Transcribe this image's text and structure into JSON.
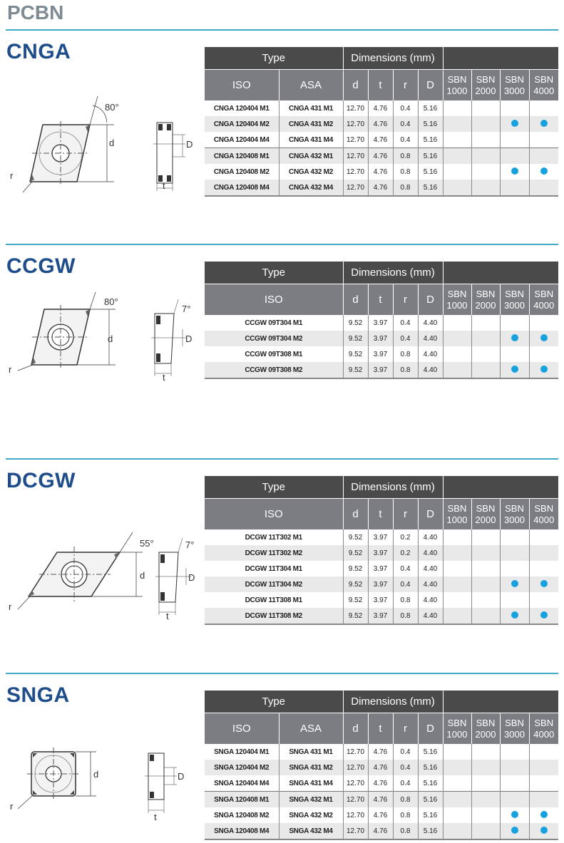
{
  "page_title": "PCBN",
  "colors": {
    "accent_rule": "#3fa9c8",
    "title_blue": "#1e4d8b",
    "dot": "#17a2de"
  },
  "headers": {
    "type": "Type",
    "dimensions": "Dimensions (mm)",
    "iso": "ISO",
    "asa": "ASA",
    "d": "d",
    "t": "t",
    "r": "r",
    "D": "D",
    "grades": [
      "SBN 1000",
      "SBN 2000",
      "SBN 3000",
      "SBN 4000"
    ]
  },
  "sections": [
    {
      "title": "CNGA",
      "has_asa": true,
      "drawing": {
        "angle": "80°",
        "d": "d",
        "r": "r",
        "D": "D",
        "t": "t"
      },
      "rows": [
        {
          "iso": "CNGA 120404 M1",
          "asa": "CNGA 431 M1",
          "d": "12.70",
          "t": "4.76",
          "r": "0.4",
          "D": "5.16",
          "grades": [
            false,
            false,
            false,
            false
          ]
        },
        {
          "iso": "CNGA 120404 M2",
          "asa": "CNGA 431 M2",
          "d": "12.70",
          "t": "4.76",
          "r": "0.4",
          "D": "5.16",
          "grades": [
            false,
            false,
            true,
            true
          ]
        },
        {
          "iso": "CNGA 120404 M4",
          "asa": "CNGA 431 M4",
          "d": "12.70",
          "t": "4.76",
          "r": "0.4",
          "D": "5.16",
          "grades": [
            false,
            false,
            false,
            false
          ]
        },
        {
          "iso": "CNGA 120408 M1",
          "asa": "CNGA 432 M1",
          "d": "12.70",
          "t": "4.76",
          "r": "0.8",
          "D": "5.16",
          "grades": [
            false,
            false,
            false,
            false
          ]
        },
        {
          "iso": "CNGA 120408 M2",
          "asa": "CNGA 432 M2",
          "d": "12.70",
          "t": "4.76",
          "r": "0.8",
          "D": "5.16",
          "grades": [
            false,
            false,
            true,
            true
          ]
        },
        {
          "iso": "CNGA 120408 M4",
          "asa": "CNGA 432 M4",
          "d": "12.70",
          "t": "4.76",
          "r": "0.8",
          "D": "5.16",
          "grades": [
            false,
            false,
            false,
            false
          ]
        }
      ]
    },
    {
      "title": "CCGW",
      "has_asa": false,
      "drawing": {
        "angle": "80°",
        "relief": "7°",
        "d": "d",
        "r": "r",
        "D": "D",
        "t": "t"
      },
      "rows": [
        {
          "iso": "CCGW 09T304 M1",
          "d": "9.52",
          "t": "3.97",
          "r": "0.4",
          "D": "4.40",
          "grades": [
            false,
            false,
            false,
            false
          ]
        },
        {
          "iso": "CCGW 09T304 M2",
          "d": "9.52",
          "t": "3.97",
          "r": "0.4",
          "D": "4.40",
          "grades": [
            false,
            false,
            true,
            true
          ]
        },
        {
          "iso": "CCGW 09T308 M1",
          "d": "9.52",
          "t": "3.97",
          "r": "0.8",
          "D": "4.40",
          "grades": [
            false,
            false,
            false,
            false
          ]
        },
        {
          "iso": "CCGW 09T308 M2",
          "d": "9.52",
          "t": "3.97",
          "r": "0.8",
          "D": "4.40",
          "grades": [
            false,
            false,
            true,
            true
          ]
        }
      ]
    },
    {
      "title": "DCGW",
      "has_asa": false,
      "drawing": {
        "angle": "55°",
        "relief": "7°",
        "d": "d",
        "r": "r",
        "D": "D",
        "t": "t"
      },
      "rows": [
        {
          "iso": "DCGW 11T302 M1",
          "d": "9.52",
          "t": "3.97",
          "r": "0.2",
          "D": "4.40",
          "grades": [
            false,
            false,
            false,
            false
          ]
        },
        {
          "iso": "DCGW 11T302 M2",
          "d": "9.52",
          "t": "3.97",
          "r": "0.2",
          "D": "4.40",
          "grades": [
            false,
            false,
            false,
            false
          ]
        },
        {
          "iso": "DCGW 11T304 M1",
          "d": "9.52",
          "t": "3.97",
          "r": "0.4",
          "D": "4.40",
          "grades": [
            false,
            false,
            false,
            false
          ]
        },
        {
          "iso": "DCGW 11T304 M2",
          "d": "9.52",
          "t": "3.97",
          "r": "0.4",
          "D": "4.40",
          "grades": [
            false,
            false,
            true,
            true
          ]
        },
        {
          "iso": "DCGW 11T308 M1",
          "d": "9.52",
          "t": "3.97",
          "r": "0.8",
          "D": "4.40",
          "grades": [
            false,
            false,
            false,
            false
          ]
        },
        {
          "iso": "DCGW 11T308 M2",
          "d": "9.52",
          "t": "3.97",
          "r": "0.8",
          "D": "4.40",
          "grades": [
            false,
            false,
            true,
            true
          ]
        }
      ]
    },
    {
      "title": "SNGA",
      "has_asa": true,
      "drawing": {
        "d": "d",
        "r": "r",
        "D": "D",
        "t": "t"
      },
      "rows": [
        {
          "iso": "SNGA 120404 M1",
          "asa": "SNGA 431 M1",
          "d": "12.70",
          "t": "4.76",
          "r": "0.4",
          "D": "5.16",
          "grades": [
            false,
            false,
            false,
            false
          ]
        },
        {
          "iso": "SNGA 120404 M2",
          "asa": "SNGA 431 M2",
          "d": "12.70",
          "t": "4.76",
          "r": "0.4",
          "D": "5.16",
          "grades": [
            false,
            false,
            false,
            false
          ]
        },
        {
          "iso": "SNGA 120404 M4",
          "asa": "SNGA 431 M4",
          "d": "12.70",
          "t": "4.76",
          "r": "0.4",
          "D": "5.16",
          "grades": [
            false,
            false,
            false,
            false
          ]
        },
        {
          "iso": "SNGA 120408 M1",
          "asa": "SNGA 432 M1",
          "d": "12.70",
          "t": "4.76",
          "r": "0.8",
          "D": "5.16",
          "grades": [
            false,
            false,
            false,
            false
          ]
        },
        {
          "iso": "SNGA 120408 M2",
          "asa": "SNGA 432 M2",
          "d": "12.70",
          "t": "4.76",
          "r": "0.8",
          "D": "5.16",
          "grades": [
            false,
            false,
            true,
            true
          ]
        },
        {
          "iso": "SNGA 120408 M4",
          "asa": "SNGA 432 M4",
          "d": "12.70",
          "t": "4.76",
          "r": "0.8",
          "D": "5.16",
          "grades": [
            false,
            false,
            true,
            true
          ]
        }
      ]
    }
  ]
}
